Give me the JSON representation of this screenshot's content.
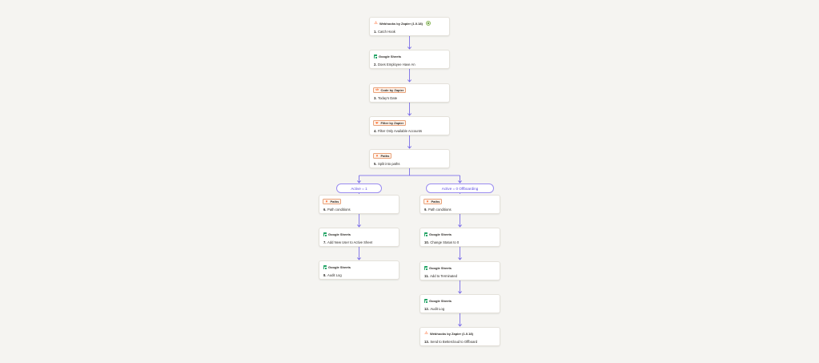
{
  "colors": {
    "background": "#f5f4f1",
    "card_border": "#e4e1da",
    "connector": "#6b5ce7",
    "pill_text": "#5b49e0",
    "zapier_orange": "#ff4a00",
    "sheets_green": "#23a566"
  },
  "steps": [
    {
      "number": "1.",
      "app": "Webhooks by Zapier (1.0.18)",
      "title": "Catch Hook",
      "icon": "webhook-icon"
    },
    {
      "number": "2.",
      "app": "Google Sheets",
      "title": "Does Employee Have An",
      "icon": "sheets-icon"
    },
    {
      "number": "3.",
      "app": "Code by Zapier",
      "title": "Today's Date",
      "icon": "code-icon"
    },
    {
      "number": "4.",
      "app": "Filter by Zapier",
      "title": "Filter Only Available Accounts",
      "icon": "filter-icon"
    },
    {
      "number": "5.",
      "app": "Paths",
      "title": "Split into paths",
      "icon": "paths-icon"
    },
    {
      "number": "6.",
      "app": "Paths",
      "title": "Path conditions",
      "icon": "paths-icon"
    },
    {
      "number": "7.",
      "app": "Google Sheets",
      "title": "Add New User to Active Sheet",
      "icon": "sheets-icon"
    },
    {
      "number": "8.",
      "app": "Google Sheets",
      "title": "Audit Log",
      "icon": "sheets-icon"
    },
    {
      "number": "9.",
      "app": "Paths",
      "title": "Path conditions",
      "icon": "paths-icon"
    },
    {
      "number": "10.",
      "app": "Google Sheets",
      "title": "Change Status to 0",
      "icon": "sheets-icon"
    },
    {
      "number": "11.",
      "app": "Google Sheets",
      "title": "Add to Terminated",
      "icon": "sheets-icon"
    },
    {
      "number": "12.",
      "app": "Google Sheets",
      "title": "Audit Log",
      "icon": "sheets-icon"
    },
    {
      "number": "13.",
      "app": "Webhooks by Zapier (1.0.18)",
      "title": "Send to Bettercloud to Offboard",
      "icon": "webhook-icon"
    }
  ],
  "paths": [
    {
      "label": "Active = 1"
    },
    {
      "label": "Active = 0 Offboarding"
    }
  ]
}
